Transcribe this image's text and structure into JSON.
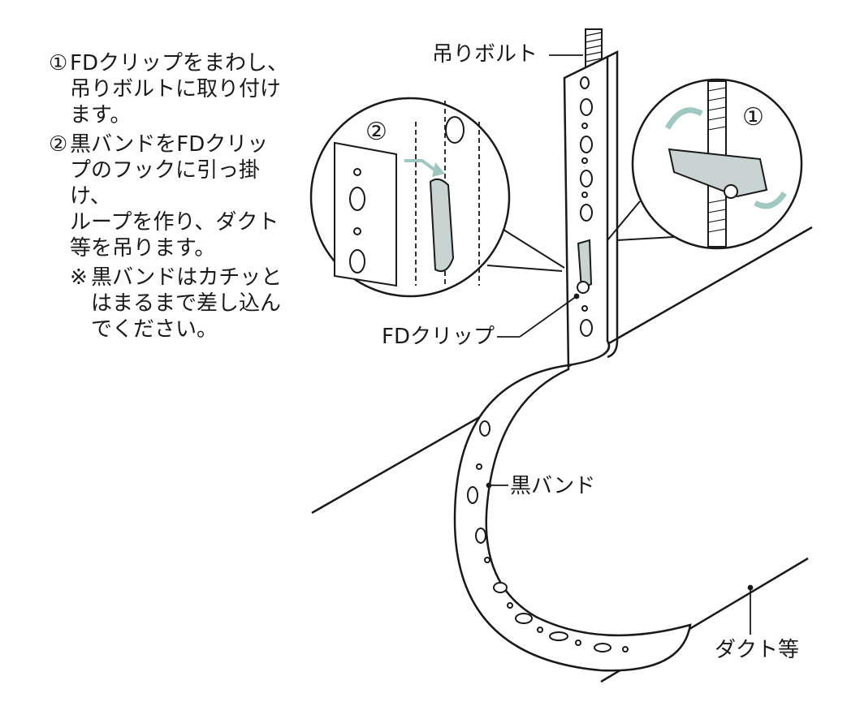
{
  "instructions": {
    "step1_num": "①",
    "step1_lines": [
      "FDクリップをまわし、",
      "吊りボルトに取り付け",
      "ます。"
    ],
    "step2_num": "②",
    "step2_lines": [
      "黒バンドをFDクリッ",
      "プのフックに引っ掛け、",
      "ループを作り、ダクト",
      "等を吊ります。"
    ],
    "note_mark": "※",
    "note_lines": [
      "黒バンドはカチッと",
      "はまるまで差し込ん",
      "でください。"
    ]
  },
  "labels": {
    "bolt": "吊りボルト",
    "clip": "FDクリップ",
    "band": "黒バンド",
    "duct": "ダクト等"
  },
  "detail_badges": {
    "left": "②",
    "right": "①"
  },
  "colors": {
    "line": "#1a1a1a",
    "arrow": "#9fc8c0",
    "clip_fill": "#c9d3d1",
    "band_fill": "#ffffff"
  }
}
